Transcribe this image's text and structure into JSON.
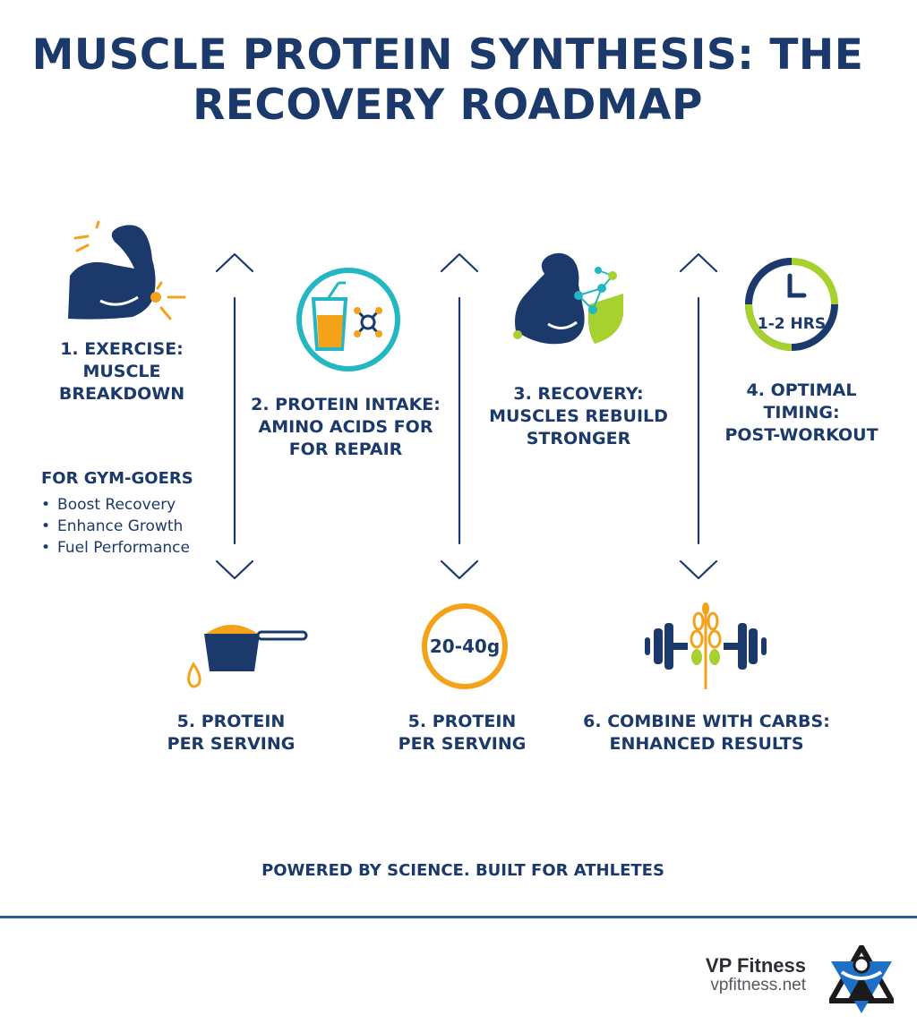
{
  "title": {
    "line1": "MUSCLE PROTEIN SYNTHESIS: THE",
    "line2": "RECOVERY ROADMAP"
  },
  "steps": [
    {
      "icon": "flexed-arm-icon",
      "lines": [
        "1. EXERCISE:",
        "MUSCLE",
        "BREAKDOWN"
      ]
    },
    {
      "icon": "protein-shake-icon",
      "lines": [
        "2. PROTEIN INTAKE:",
        "AMINO ACIDS FOR",
        "FOR REPAIR"
      ]
    },
    {
      "icon": "muscle-molecule-icon",
      "lines": [
        "3. RECOVERY:",
        "MUSCLES REBUILD",
        "STRONGER"
      ]
    },
    {
      "icon": "clock-icon",
      "badge": "1-2 HRS",
      "lines": [
        "4. OPTIMAL",
        "TIMING:",
        "POST-WORKOUT"
      ]
    },
    {
      "icon": "protein-scoop-icon",
      "lines": [
        "5. PROTEIN",
        "PER SERVING"
      ]
    },
    {
      "icon": "serving-circle-icon",
      "badge": "20-40g",
      "lines": [
        "5. PROTEIN",
        "PER SERVING"
      ]
    },
    {
      "icon": "dumbbell-wheat-icon",
      "lines": [
        "6. COMBINE WITH CARBS:",
        "ENHANCED RESULTS"
      ]
    }
  ],
  "gym": {
    "title": "FOR GYM-GOERS",
    "items": [
      "Boost Recovery",
      "Enhance Growth",
      "Fuel Performance"
    ]
  },
  "tagline": "POWERED BY SCIENCE. BUILT FOR ATHLETES",
  "brand": {
    "name": "VP Fitness",
    "url": "vpfitness.net"
  },
  "colors": {
    "navy": "#1b3a6b",
    "orange": "#f5a21b",
    "teal": "#23b7c4",
    "lime": "#a6d12f"
  }
}
